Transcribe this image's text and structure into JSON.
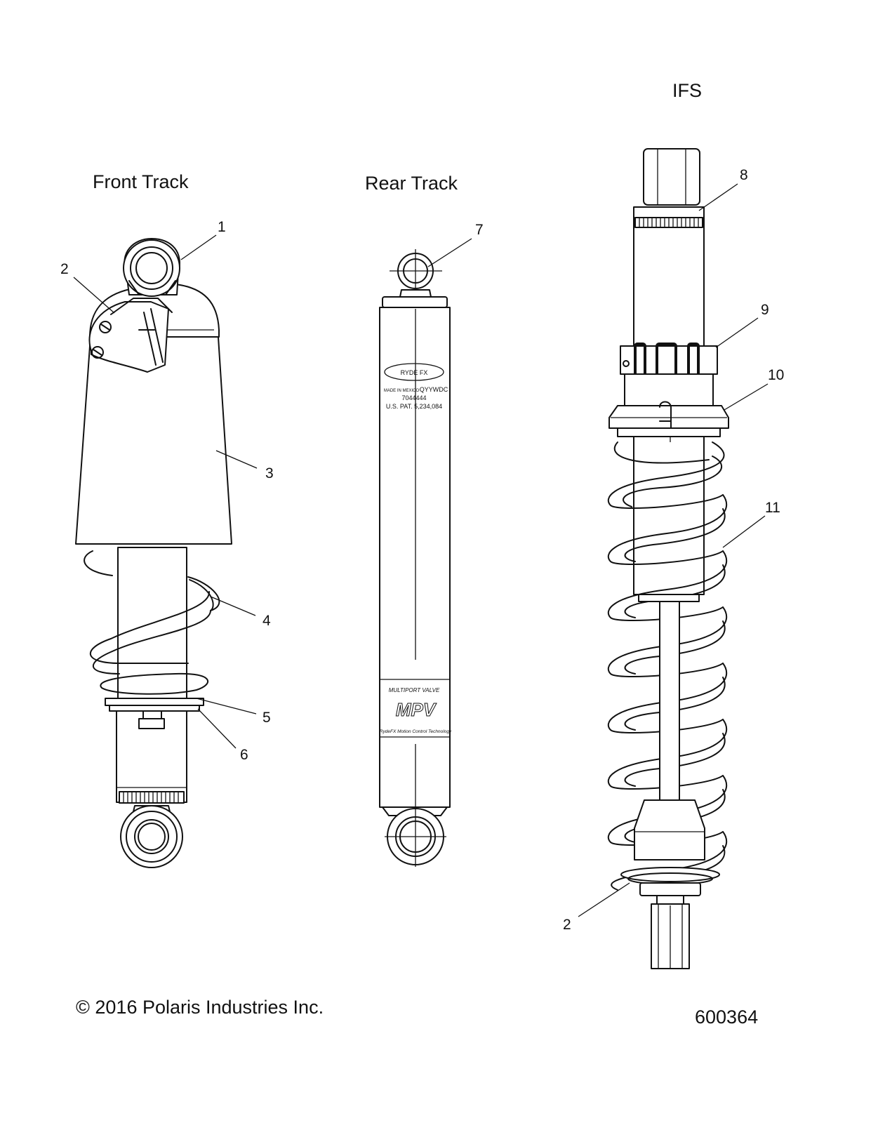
{
  "diagram": {
    "titles": {
      "front": "Front Track",
      "rear": "Rear Track",
      "ifs": "IFS"
    },
    "callouts": {
      "c1": "1",
      "c2a": "2",
      "c3": "3",
      "c4": "4",
      "c5": "5",
      "c6": "6",
      "c7": "7",
      "c8": "8",
      "c9": "9",
      "c10": "10",
      "c11": "11",
      "c2b": "2"
    },
    "shock_markings": {
      "logo": "RYDE FX",
      "made_in": "MADE IN MEXICO",
      "code": "QYYWDC",
      "part_number": "7044444",
      "patent": "U.S. PAT. 5,234,084",
      "valve": "MULTIPORT VALVE",
      "valve_logo": "MPV",
      "tagline": "RydeFX Motion Control Technology"
    },
    "footer": {
      "copyright": "© 2016 Polaris Industries Inc.",
      "figure_number": "600364"
    }
  }
}
